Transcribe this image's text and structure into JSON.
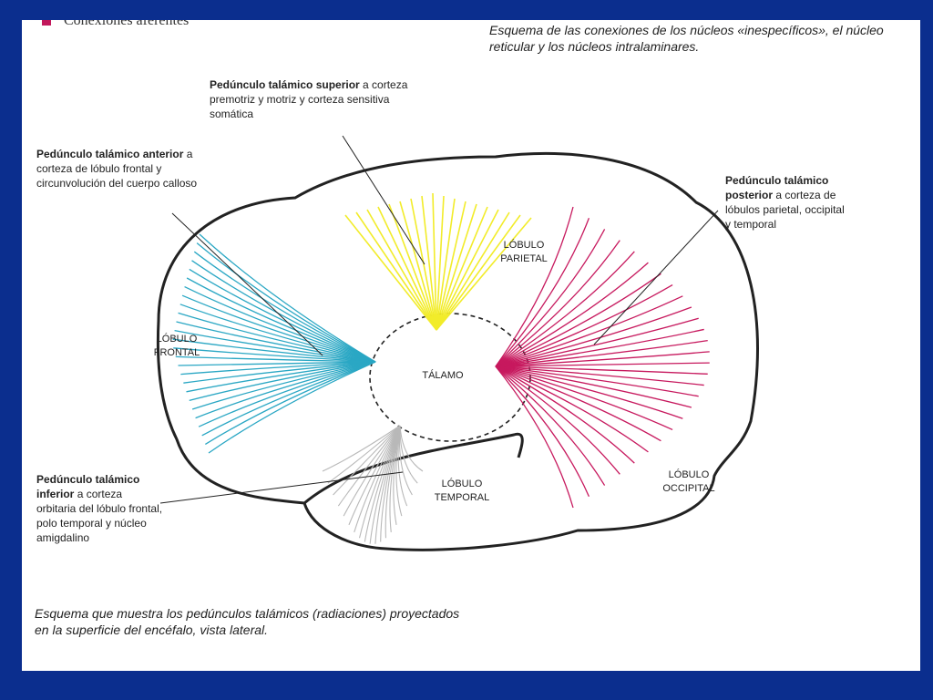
{
  "top_legend": {
    "text": "Conexiones aferentes",
    "swatch_color": "#c2185b"
  },
  "header_caption": "Esquema de las conexiones de los núcleos «inespecíficos», el núcleo reticular y los núcleos intralaminares.",
  "bottom_caption": "Esquema que muestra los pedúnculos talámicos (radiaciones) proyectados en la superficie del encéfalo, vista lateral.",
  "labels": {
    "superior": {
      "title": "Pedúnculo talámico superior",
      "text": "a corteza premotriz y motriz y corteza sensitiva somática"
    },
    "anterior": {
      "title": "Pedúnculo talámico anterior",
      "text": "a corteza de lóbulo frontal y circunvolución del cuerpo calloso"
    },
    "posterior": {
      "title": "Pedúnculo talámico posterior",
      "text": "a corteza de lóbulos parietal, occipital y temporal"
    },
    "inferior": {
      "title": "Pedúnculo talámico inferior",
      "text": "a corteza orbitaria del lóbulo frontal, polo temporal y núcleo amigdalino"
    }
  },
  "lobes": {
    "parietal": "LÓBULO PARIETAL",
    "frontal": "LÓBULO FRONTAL",
    "temporal": "LÓBULO TEMPORAL",
    "occipital": "LÓBULO OCCIPITAL",
    "thalamus": "TÁLAMO"
  },
  "colors": {
    "superior": "#f2ec2a",
    "anterior": "#2aa7c4",
    "posterior": "#c7195e",
    "inferior": "#b8b8b8",
    "frame": "#0b2e8e"
  }
}
